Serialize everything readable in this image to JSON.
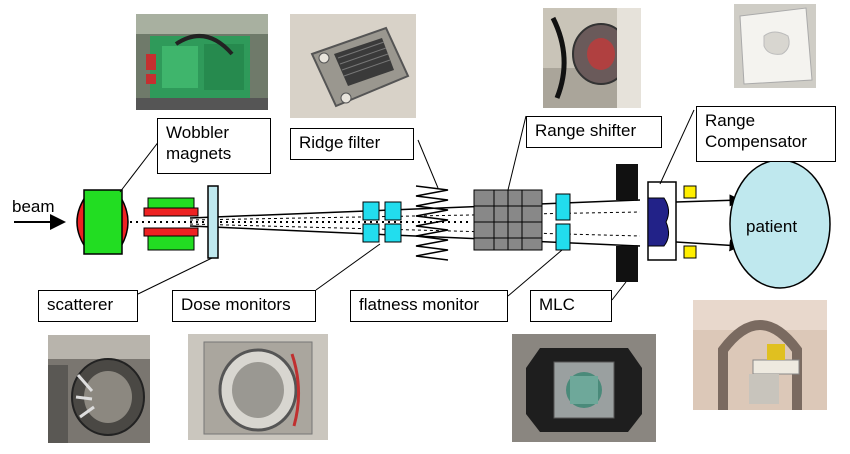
{
  "labels": {
    "wobbler_line1": "Wobbler",
    "wobbler_line2": "magnets",
    "ridge_filter": "Ridge filter",
    "range_shifter": "Range shifter",
    "range_comp_line1": "Range",
    "range_comp_line2": "Compensator",
    "beam": "beam",
    "patient": "patient",
    "scatterer": "scatterer",
    "dose_monitors": "Dose monitors",
    "flatness_monitor": "flatness monitor",
    "mlc": "MLC"
  },
  "colors": {
    "magnet_green": "#22dd22",
    "magnet_red": "#ee2222",
    "monitor_cyan": "#22ddee",
    "patient_fill": "#bfe8ee",
    "compensator_blue": "#222288",
    "jaw_yellow": "#ffee00",
    "shifter_gray": "#888888"
  }
}
